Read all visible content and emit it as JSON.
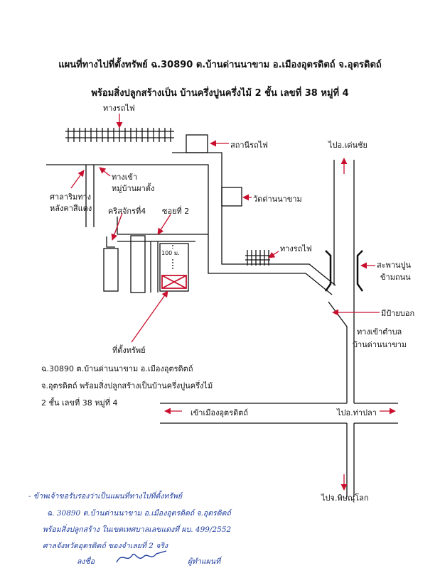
{
  "header": {
    "line1": "แผนที่ทางไปที่ตั้งทรัพย์ ฉ.30890  ต.บ้านด่านนาขาม  อ.เมืองอุตรดิตถ์  จ.อุตรดิตถ์",
    "line2": "พร้อมสิ่งปลูกสร้างเป็น บ้านครึ่งปูนครึ่งไม้  2  ชั้น  เลขที่ 38  หมู่ที่  4"
  },
  "map": {
    "labels": {
      "railway_top": "ทางรถไฟ",
      "station": "สถานีรถไฟ",
      "to_den_chai": "ไปอ.เด่นชัย",
      "village_entrance_1": "ทางเข้า",
      "village_entrance_2": "หมู่บ้านผาตั้ง",
      "shrine_1": "ศาลาริมทาง",
      "shrine_2": "หลังคาสีแดง",
      "temple": "วัดด่านนาขาม",
      "church": "คริสจักรที่4",
      "soi": "ซอยที่  2",
      "distance": "100 ม.",
      "railway_mid": "ทางรถไฟ",
      "overpass_1": "สะพานปูน",
      "overpass_2": "ข้ามถนน",
      "signpost": "มีป้ายบอก",
      "subdistrict_entrance_1": "ทางเข้าตำบล",
      "subdistrict_entrance_2": "บ้านด่านนาขาม",
      "property": "ที่ตั้งทรัพย์",
      "to_city": "เข้าเมืองอุตรดิตถ์",
      "to_tha_pla": "ไปอ.ท่าปลา",
      "to_phitsanulok": "ไปจ.พิษณุโลก"
    },
    "colors": {
      "ink": "#111111",
      "arrow": "#c8102e",
      "handwriting": "#1d3b9c"
    }
  },
  "description": {
    "line1": "ฉ.30890  ต.บ้านด่านนาขาม  อ.เมืองอุตรดิตถ์",
    "line2": "จ.อุตรดิตถ์  พร้อมสิ่งปลูกสร้างเป็นบ้านครึ่งปูนครึ่งไม้",
    "line3": "2  ชั้น  เลขที่ 38  หมู่ที่  4"
  },
  "handwritten_note": {
    "line1": "- ข้าพเจ้าขอรับรองว่าเป็นแผนที่ทางไปที่ตั้งทรัพย์",
    "line2": "ฉ. 30890  ต.บ้านด่านนาขาม  อ.เมืองอุตรดิตถ์  จ.อุตรดิตถ์",
    "line3": "พร้อมสิ่งปลูกสร้าง  ในเขตเทศบาลเลขแดงที่ ผบ. 499/2552",
    "line4": "ศาลจังหวัดอุตรดิตถ์  ของจำเลยที่  2  จริง",
    "signed": "ลงชื่อ",
    "signature_text": "ผู้ทำแผนที่"
  }
}
